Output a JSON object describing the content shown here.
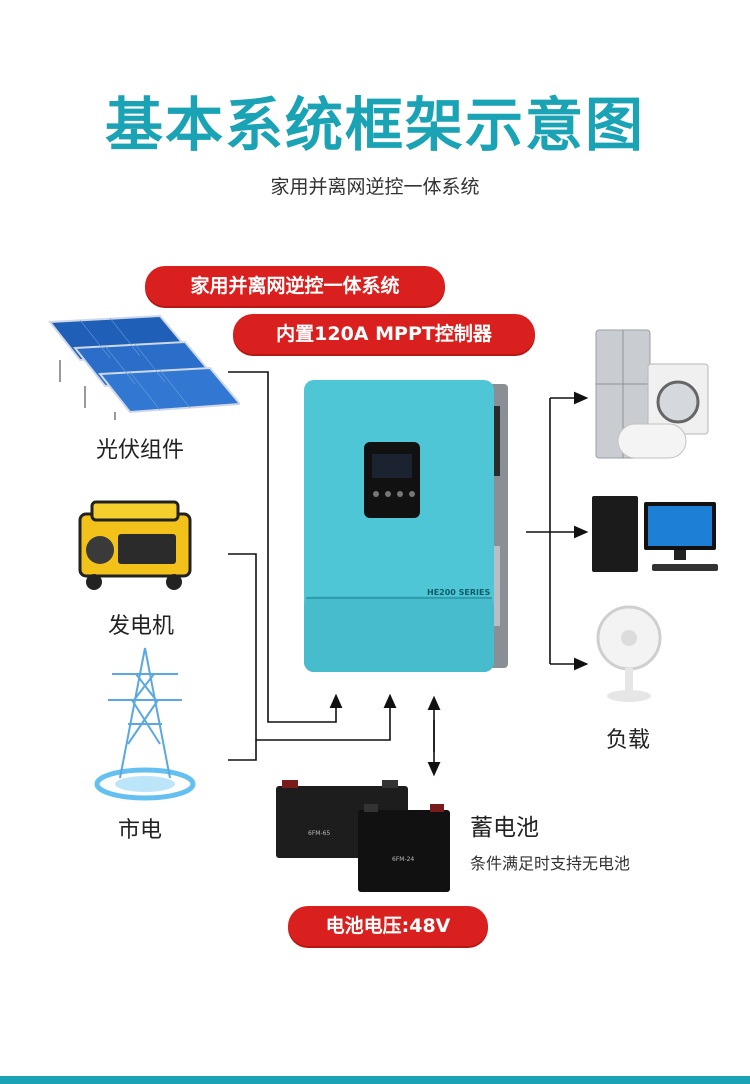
{
  "title": "基本系统框架示意图",
  "subtitle": "家用并离网逆控一体系统",
  "badges": {
    "system": "家用并离网逆控一体系统",
    "controller": "内置120A MPPT控制器",
    "battery_voltage": "电池电压:48V"
  },
  "sources": {
    "pv": "光伏组件",
    "generator": "发电机",
    "grid": "市电"
  },
  "load": "负载",
  "battery": {
    "label": "蓄电池",
    "note": "条件满足时支持无电池",
    "model_1": "6FM-65",
    "model_2": "6FM-24"
  },
  "inverter": {
    "series": "HE200 SERIES"
  },
  "colors": {
    "accent": "#1aa3b5",
    "badge": "#d9201e",
    "inverter_body": "#4fc6d6"
  }
}
